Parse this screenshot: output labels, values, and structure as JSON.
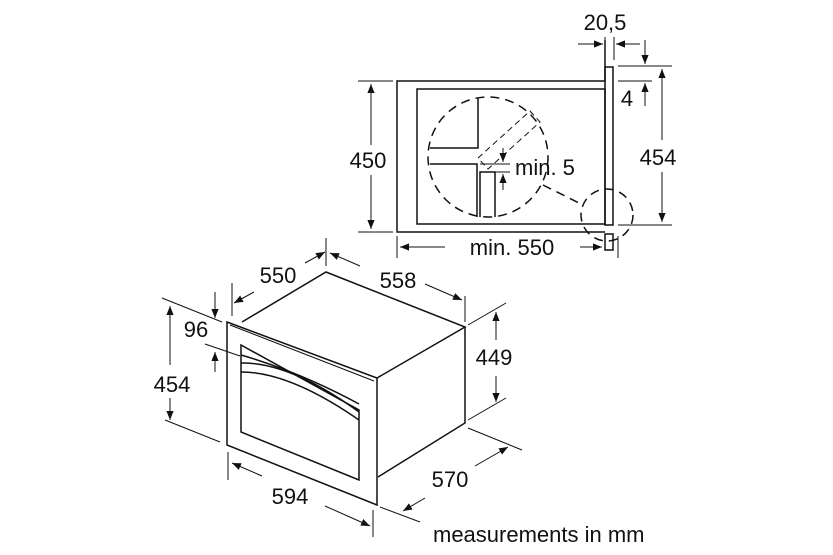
{
  "section_view": {
    "dim_cabinet_height": "450",
    "dim_min_depth": "min. 550",
    "dim_front_height": "454",
    "dim_panel_thickness": "20,5",
    "dim_offset": "4",
    "dim_min_gap": "min. 5"
  },
  "oven_view": {
    "dim_depth_body": "550",
    "dim_width_body": "558",
    "dim_front_offset": "96",
    "dim_front_height": "454",
    "dim_body_height": "449",
    "dim_total_depth": "570",
    "dim_front_width": "594"
  },
  "caption": "measurements in mm"
}
